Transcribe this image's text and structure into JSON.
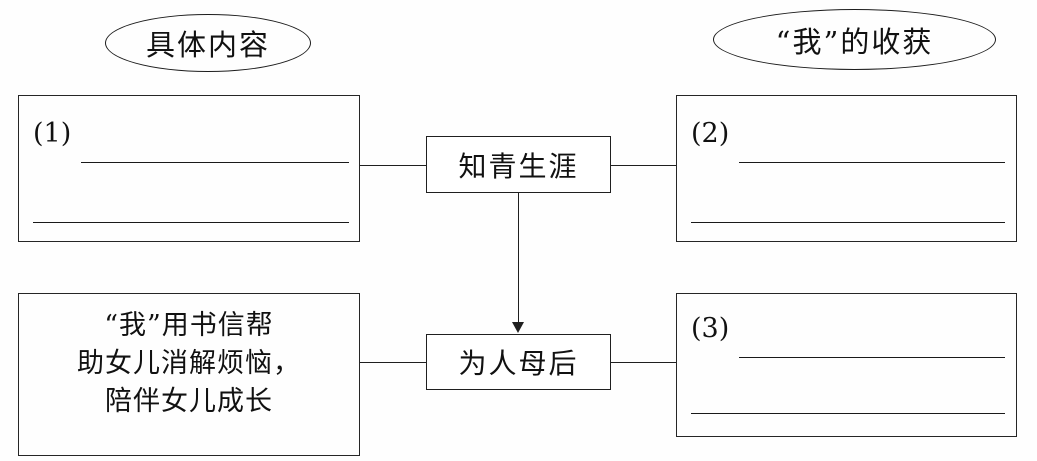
{
  "headers": {
    "left": "具体内容",
    "right": "“我”的收获"
  },
  "stages": [
    {
      "label": "知青生涯"
    },
    {
      "label": "为人母后"
    }
  ],
  "content_boxes": {
    "top_left": {
      "number": "(1)",
      "text": ""
    },
    "top_right": {
      "number": "(2)",
      "text": ""
    },
    "bottom_left": {
      "number": "",
      "lines": [
        "“我”用书信帮",
        "助女儿消解烦恼，",
        "陪伴女儿成长"
      ]
    },
    "bottom_right": {
      "number": "(3)",
      "text": ""
    }
  },
  "colors": {
    "ink": "#1a1a1a",
    "background": "#ffffff"
  }
}
